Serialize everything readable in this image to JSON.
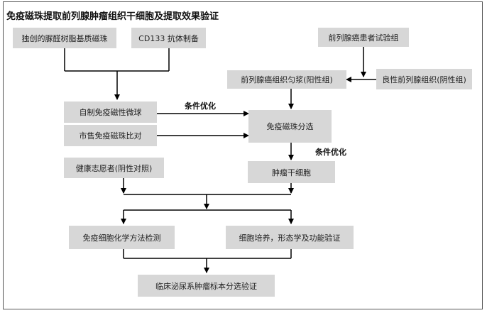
{
  "title": "免疫磁珠提取前列腺肿瘤组织干细胞及提取效果验证",
  "nodes": {
    "resin_beads": "独创的脲醛树脂基质磁珠",
    "cd133": "CD133 抗体制备",
    "patients": "前列腺癌患者试验组",
    "homogenate": "前列腺癌组织匀浆(阳性组)",
    "benign": "良性前列腺组织(阴性组)",
    "selfmade": "自制免疫磁性微球",
    "commercial": "市售免疫磁珠比对",
    "sorting": "免疫磁珠分选",
    "healthy": "健康志愿者(阴性对照)",
    "stem_cells": "肿瘤干细胞",
    "icc": "免疫细胞化学方法检测",
    "culture": "细胞培养，形态学及功能验证",
    "clinical": "临床泌尿系肿瘤标本分选验证"
  },
  "labels": {
    "optimize_1": "条件优化",
    "optimize_2": "条件优化"
  }
}
